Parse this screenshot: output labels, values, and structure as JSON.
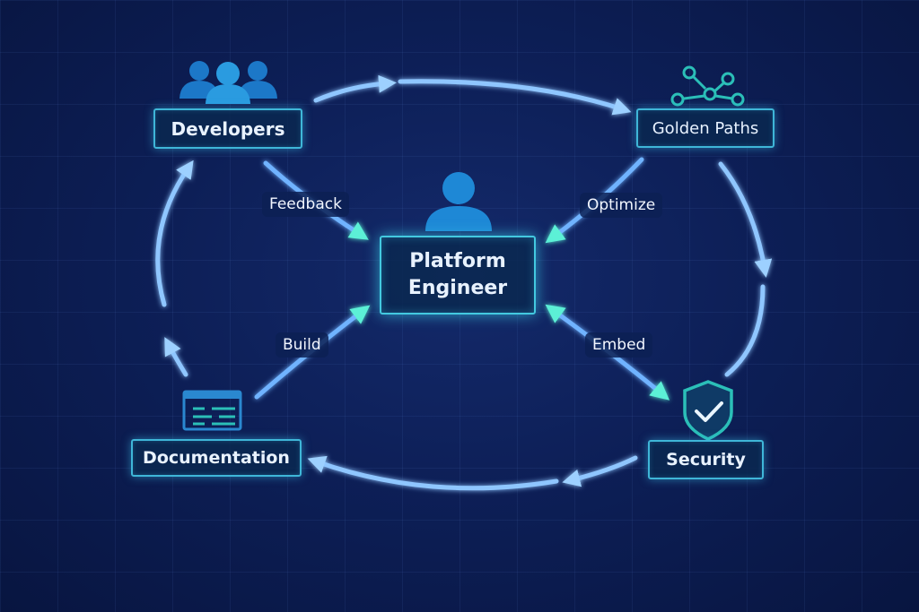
{
  "nodes": {
    "developers": "Developers",
    "golden_paths": "Golden Paths",
    "documentation": "Documentation",
    "security": "Security",
    "platform_engineer_line1": "Platform",
    "platform_engineer_line2": "Engineer"
  },
  "edge_labels": {
    "feedback": "Feedback",
    "optimize": "Optimize",
    "build": "Build",
    "embed": "Embed"
  },
  "icons": {
    "developers": "people-group-icon",
    "golden_paths": "branching-nodes-icon",
    "platform_engineer": "person-icon",
    "documentation": "document-lines-icon",
    "security": "shield-check-icon"
  },
  "colors": {
    "background": "#0b1a4a",
    "cycle_arrow": "#8fc6ff",
    "inner_arrow": "#52e6d0",
    "node_border": "#3fb6d8",
    "icon_blue": "#1e88d6",
    "icon_teal": "#2bbfb8"
  }
}
